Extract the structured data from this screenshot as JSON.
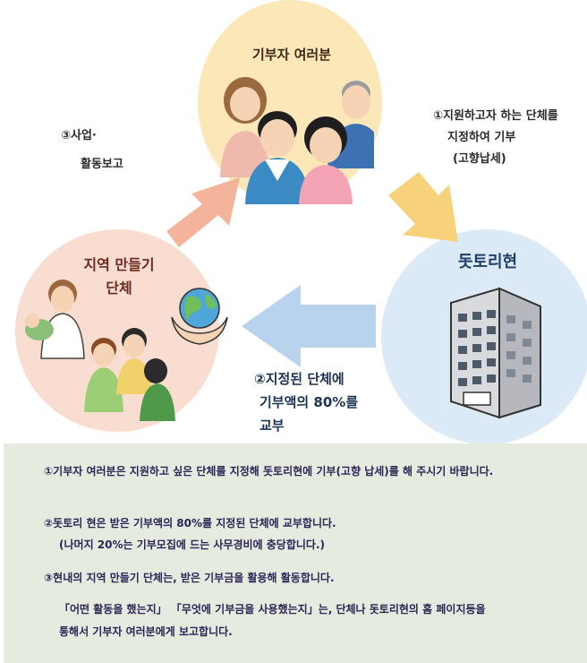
{
  "nodes": {
    "donor": "기부자 여러분",
    "city": "돗토리현",
    "group_line1": "지역 만들기",
    "group_line2": "단체"
  },
  "steps": {
    "step1_line1": "①지원하고자 하는 단체를",
    "step1_line2": "지정하여 기부",
    "step1_line3": "(고향납세)",
    "step2_line1": "②지정된 단체에",
    "step2_line2": "기부액의 80%를",
    "step2_line3": "교부",
    "step3_line1": "③사업·",
    "step3_line2": "활동보고"
  },
  "notes": {
    "n1": "①기부자 여러분은 지원하고 싶은 단체를 지정해 돗토리현에 기부(고향 납세)를 해 주시기 바랍니다.",
    "n2": "②돗토리 현은 받은 기부액의 80%를 지정된 단체에 교부합니다.",
    "n3": "(나머지 20%는 기부모집에 드는 사무경비에 충당합니다.)",
    "n4": "③현내의 지역 만들기 단체는, 받은 기부금을 활용해 활동합니다.",
    "n5": "「어떤 활동을 했는지」 「무엇에 기부금을 사용했는지」는, 단체나 돗토리현의 홈 페이지등을",
    "n6": "통해서 기부자 여러분에게 보고합니다."
  },
  "colors": {
    "donor_circle": "#fbe7b7",
    "city_circle": "#dce9f6",
    "group_circle": "#f9ddd0",
    "arrow_yellow": "#f7d27a",
    "arrow_blue": "#b9d3ee",
    "arrow_pink": "#f3b49b",
    "panel_bg": "#e6ebe0",
    "panel_text": "#2c2456"
  },
  "icons": [
    "people-illustration",
    "office-building-icon",
    "globe-in-hands-icon",
    "community-people-illustration"
  ]
}
